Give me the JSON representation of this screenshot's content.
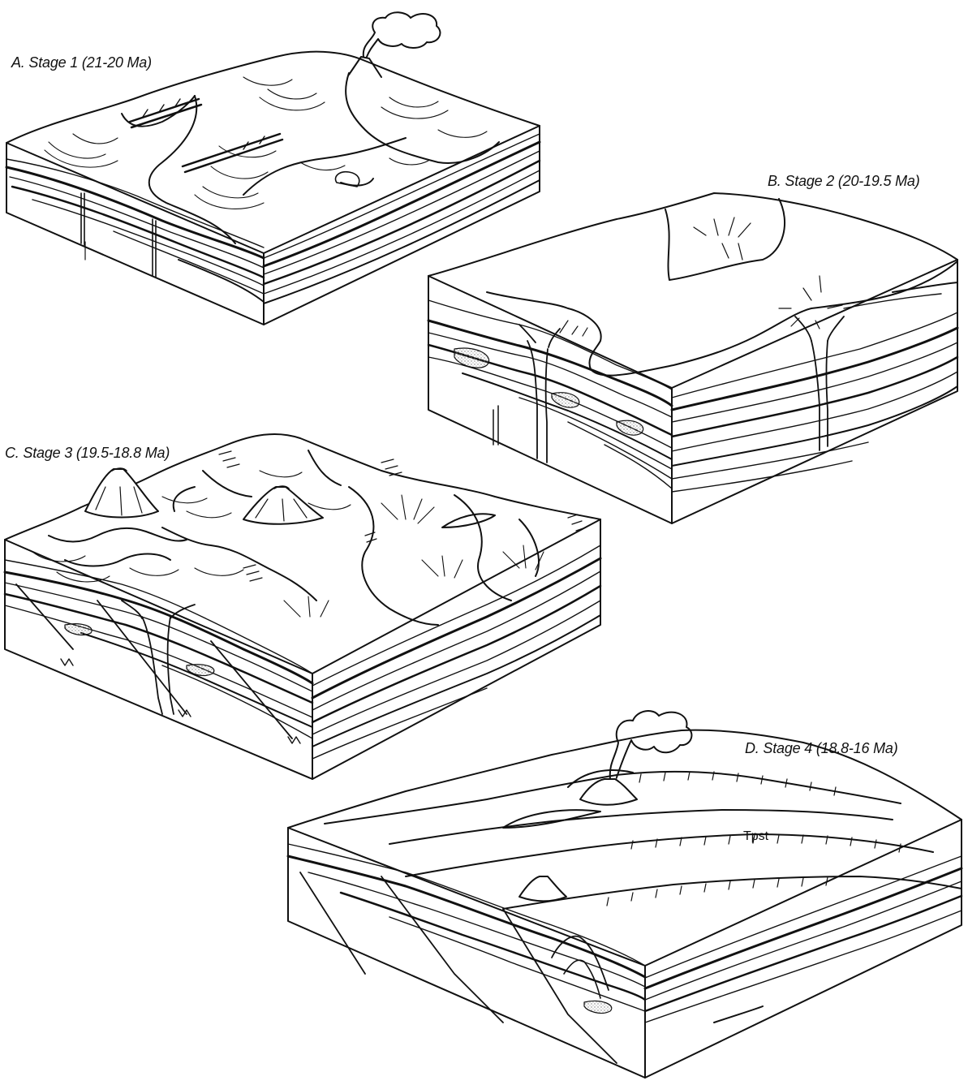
{
  "stages": [
    {
      "id": "A",
      "label": "A.  Stage 1 (21-20 Ma)"
    },
    {
      "id": "B",
      "label": "B.  Stage 2 (20-19.5 Ma)"
    },
    {
      "id": "C",
      "label": "C.  Stage 3 (19.5-18.8 Ma)"
    },
    {
      "id": "D",
      "label": "D.  Stage 4 (18.8-16 Ma)"
    }
  ],
  "unit_labels": {
    "tpst": "Tpst"
  },
  "colors": {
    "ink": "#111111",
    "background": "#ffffff",
    "stipple": "#9a9a9a"
  }
}
